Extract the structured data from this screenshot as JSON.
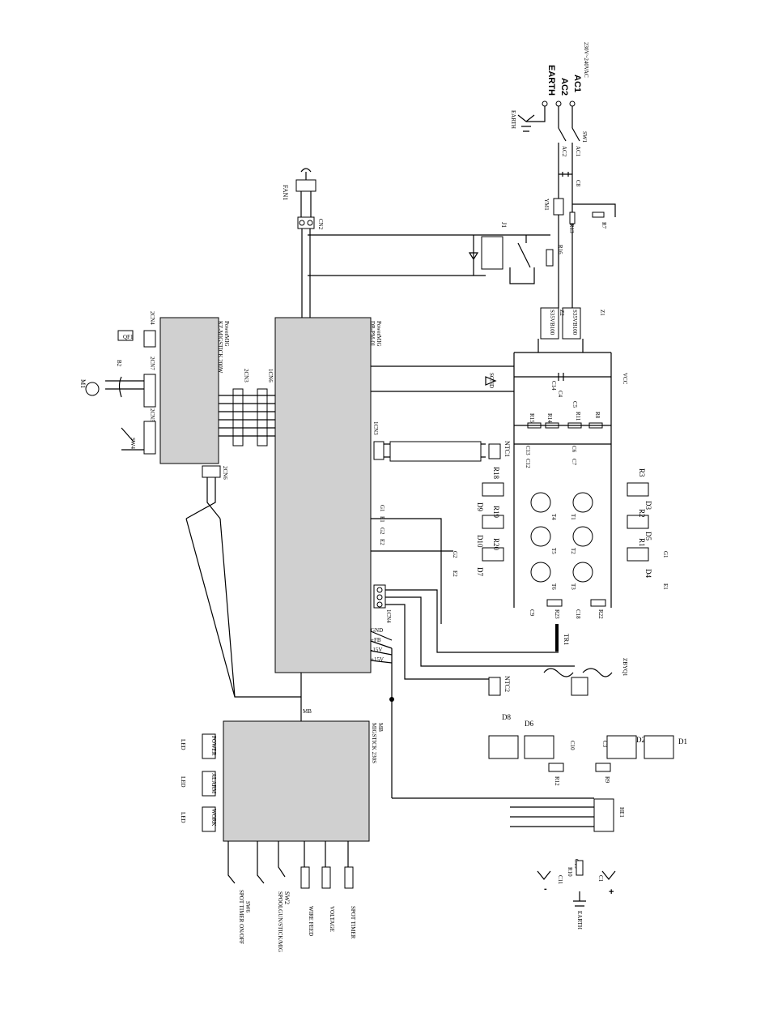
{
  "mains": {
    "ac1": "AC1",
    "ac2": "AC2",
    "earth": "EARTH",
    "voltage": "230V~240VAC",
    "earth_small": "EARTH",
    "sw1": "SW1",
    "ac1_tag": "AC1",
    "ac2_tag": "AC2"
  },
  "power_board": {
    "name": "PowerMIG",
    "model": "DB-PM-01",
    "pins_left": [
      "GND",
      "+FB",
      "-15V",
      "+15V"
    ],
    "g_pins": [
      "G1",
      "E1",
      "G2",
      "E2"
    ]
  },
  "drive_board": {
    "name": "PowerMIG",
    "model": "KZ-MIGSTICK 200W"
  },
  "control_board": {
    "name": "MIGSTICK 230S",
    "model": "MB"
  },
  "connectors": [
    "CN2",
    "1CN6",
    "2CN3",
    "2CN4",
    "2CN7",
    "2CN5",
    "2CN6",
    "1CN3",
    "1CN4"
  ],
  "components": {
    "fan": "FAN1",
    "motor": "M1",
    "b2": "B2",
    "qf1": "QF1",
    "sw4": "SW4",
    "j1": "J1",
    "rds": [
      "R16",
      "R13",
      "R7"
    ],
    "ym": "YM1",
    "c8": "C8",
    "bridges": [
      {
        "name": "Z1",
        "model": "S35VB100"
      },
      {
        "name": "Z2",
        "model": "S35VB100"
      }
    ],
    "vcc": "VCC",
    "sgnd": "SGND",
    "caps": [
      "C14",
      "C4",
      "C5",
      "C13",
      "C12",
      "C6",
      "C7",
      "C9",
      "C18",
      "C10",
      "C3",
      "C15",
      "C11",
      "C1"
    ],
    "resistors": [
      "R15",
      "R14",
      "R11",
      "R8",
      "R18",
      "R19",
      "R20",
      "R3",
      "R2",
      "R1",
      "R23",
      "R22",
      "R12",
      "R9",
      "R10"
    ],
    "diodes": [
      "D9",
      "D10",
      "D7",
      "D3",
      "D5",
      "D4",
      "D8",
      "D6",
      "D2",
      "D1"
    ],
    "transistors": [
      "T4",
      "T5",
      "T6",
      "T1",
      "T2",
      "T3"
    ],
    "ntc1": "NTC1",
    "ntc2": "NTC2",
    "tr1": "TR1",
    "zbyq": "ZBYQ1",
    "he1": "HE1",
    "g1": "G1",
    "e1": "E1",
    "g2": "G2",
    "e2": "E2",
    "mb": "MB"
  },
  "leds": [
    {
      "tag": "POWER",
      "name": "LED"
    },
    {
      "tag": "ALARM",
      "name": "LED"
    },
    {
      "tag": "WORK",
      "name": "LED"
    }
  ],
  "controls": [
    {
      "name": "SW6",
      "label": "SPOT TIMER ON/OFF"
    },
    {
      "name": "SW2",
      "label": "SPOOLGUN/STICK/MIG"
    },
    {
      "name": "",
      "label": "WIRE FEED"
    },
    {
      "name": "",
      "label": "VOLTAGE"
    },
    {
      "name": "",
      "label": "SPOT TIMER"
    }
  ],
  "output": {
    "minus": "-",
    "plus": "+",
    "earth": "EARTH"
  }
}
